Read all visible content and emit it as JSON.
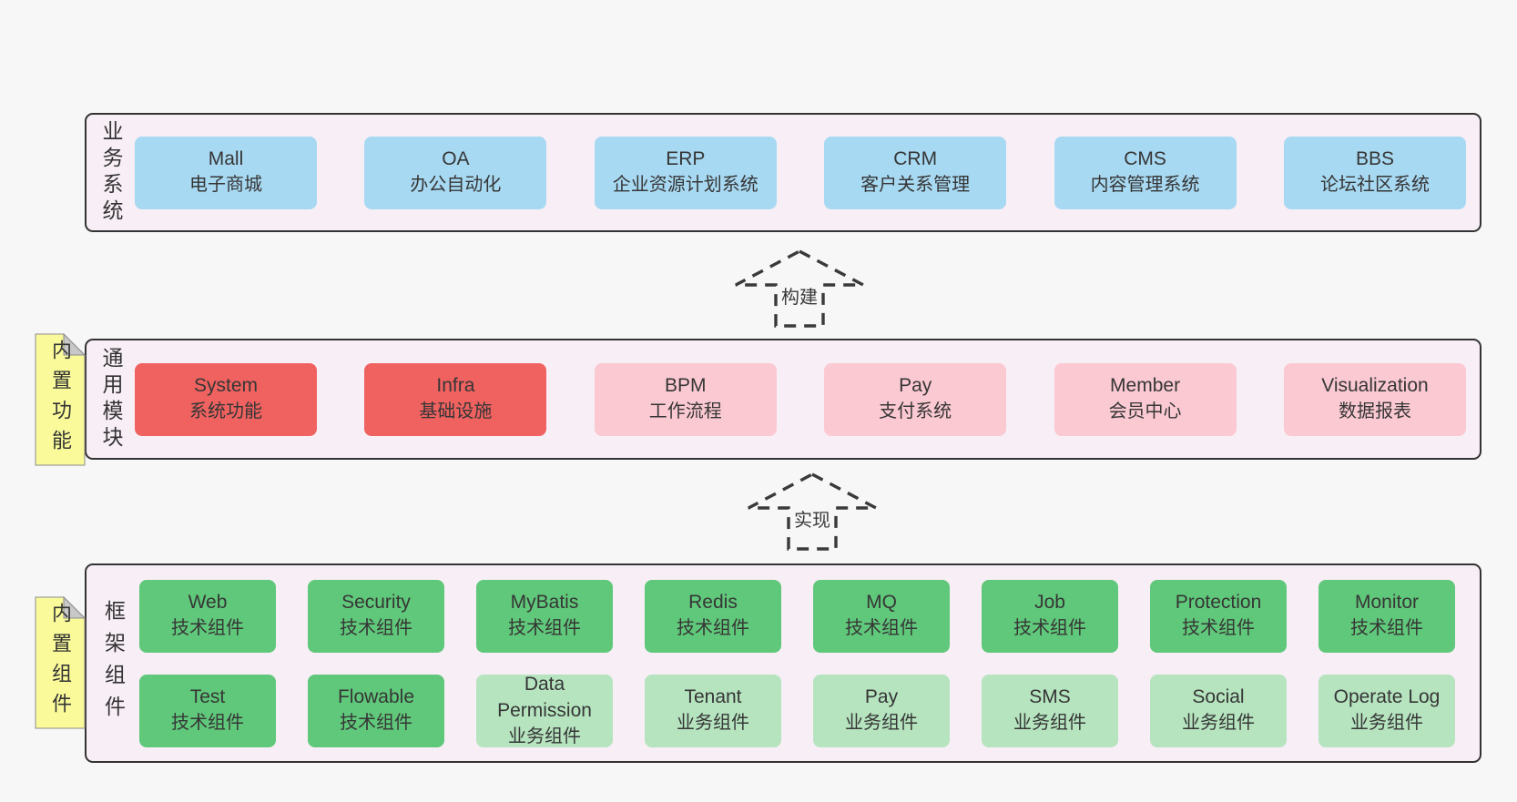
{
  "colors": {
    "page_bg": "#f7f7f7",
    "container_fill": "#f8eef6",
    "container_border": "#333333",
    "blue_box": "#a8d9f2",
    "red_box": "#ef6260",
    "pink_box": "#fbc9d2",
    "green_box": "#60c87a",
    "green_light_box": "#b5e4bf",
    "sticky_yellow": "#fafa9b",
    "sticky_fold": "#c8c8c8",
    "arrow_dash": "#3a3a3a"
  },
  "layers": [
    {
      "label": "业务系统",
      "boxes": [
        {
          "title": "Mall",
          "subtitle": "电子商城",
          "variant": "blue"
        },
        {
          "title": "OA",
          "subtitle": "办公自动化",
          "variant": "blue"
        },
        {
          "title": "ERP",
          "subtitle": "企业资源计划系统",
          "variant": "blue"
        },
        {
          "title": "CRM",
          "subtitle": "客户关系管理",
          "variant": "blue"
        },
        {
          "title": "CMS",
          "subtitle": "内容管理系统",
          "variant": "blue"
        },
        {
          "title": "BBS",
          "subtitle": "论坛社区系统",
          "variant": "blue"
        }
      ]
    },
    {
      "label": "通用模块",
      "side_note": "内置功能",
      "boxes": [
        {
          "title": "System",
          "subtitle": "系统功能",
          "variant": "red"
        },
        {
          "title": "Infra",
          "subtitle": "基础设施",
          "variant": "red"
        },
        {
          "title": "BPM",
          "subtitle": "工作流程",
          "variant": "pink"
        },
        {
          "title": "Pay",
          "subtitle": "支付系统",
          "variant": "pink"
        },
        {
          "title": "Member",
          "subtitle": "会员中心",
          "variant": "pink"
        },
        {
          "title": "Visualization",
          "subtitle": "数据报表",
          "variant": "pink"
        }
      ]
    },
    {
      "label": "框架组件",
      "side_note": "内置组件",
      "rows": [
        [
          {
            "title": "Web",
            "subtitle": "技术组件",
            "variant": "green"
          },
          {
            "title": "Security",
            "subtitle": "技术组件",
            "variant": "green"
          },
          {
            "title": "MyBatis",
            "subtitle": "技术组件",
            "variant": "green"
          },
          {
            "title": "Redis",
            "subtitle": "技术组件",
            "variant": "green"
          },
          {
            "title": "MQ",
            "subtitle": "技术组件",
            "variant": "green"
          },
          {
            "title": "Job",
            "subtitle": "技术组件",
            "variant": "green"
          },
          {
            "title": "Protection",
            "subtitle": "技术组件",
            "variant": "green"
          },
          {
            "title": "Monitor",
            "subtitle": "技术组件",
            "variant": "green"
          }
        ],
        [
          {
            "title": "Test",
            "subtitle": "技术组件",
            "variant": "green"
          },
          {
            "title": "Flowable",
            "subtitle": "技术组件",
            "variant": "green"
          },
          {
            "title": "Data Permission",
            "subtitle": "业务组件",
            "variant": "green-light"
          },
          {
            "title": "Tenant",
            "subtitle": "业务组件",
            "variant": "green-light"
          },
          {
            "title": "Pay",
            "subtitle": "业务组件",
            "variant": "green-light"
          },
          {
            "title": "SMS",
            "subtitle": "业务组件",
            "variant": "green-light"
          },
          {
            "title": "Social",
            "subtitle": "业务组件",
            "variant": "green-light"
          },
          {
            "title": "Operate Log",
            "subtitle": "业务组件",
            "variant": "green-light"
          }
        ]
      ]
    }
  ],
  "arrows": [
    {
      "label": "构建"
    },
    {
      "label": "实现"
    }
  ]
}
